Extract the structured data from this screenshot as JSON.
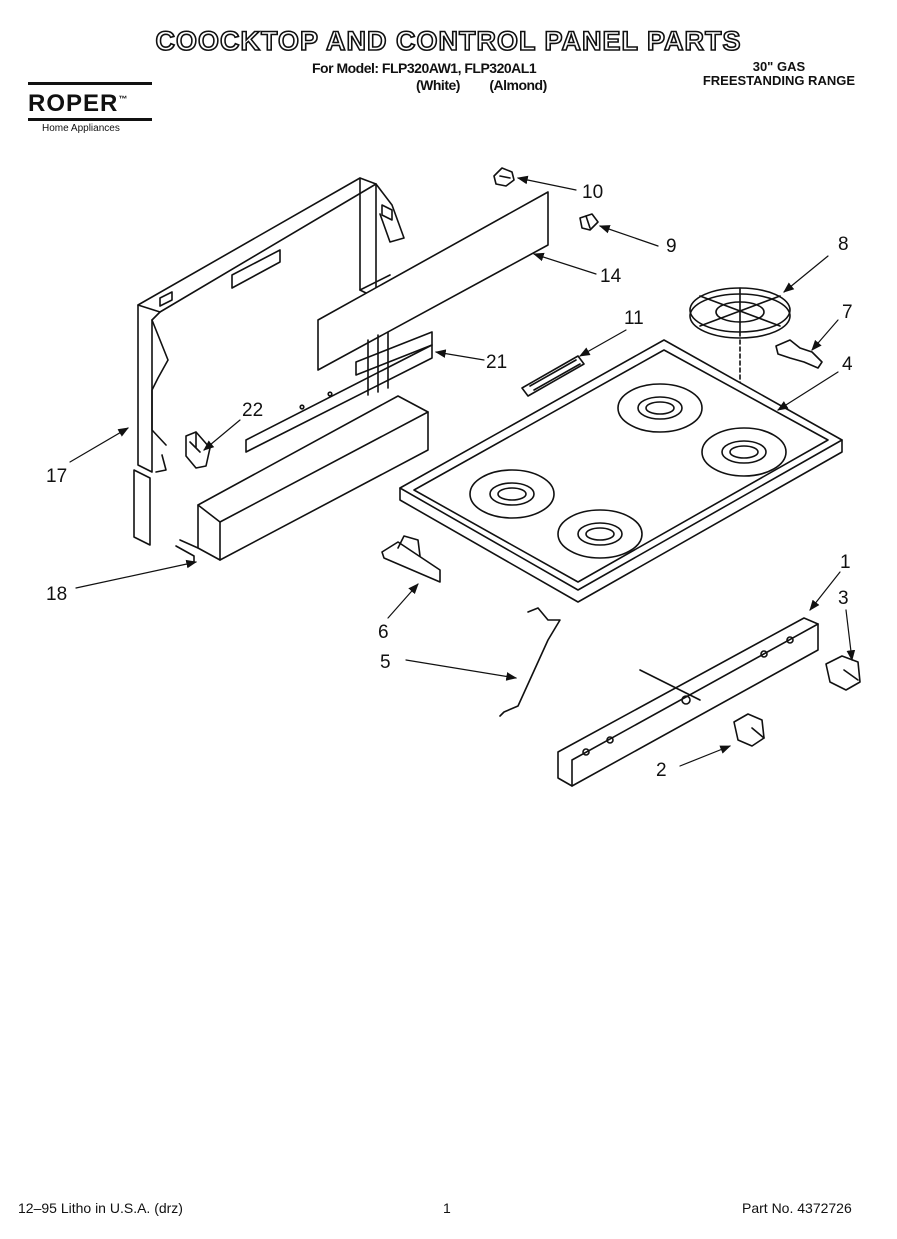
{
  "header": {
    "title": "COOCKTOP AND CONTROL PANEL PARTS",
    "model_line": "For Model: FLP320AW1, FLP320AL1",
    "variant_white": "(White)",
    "variant_almond": "(Almond)",
    "range_type_1": "30\" GAS",
    "range_type_2": "FREESTANDING RANGE"
  },
  "logo": {
    "brand": "ROPER",
    "tagline": "Home Appliances",
    "trademark": "™"
  },
  "callouts": [
    {
      "id": "c10",
      "label": "10"
    },
    {
      "id": "c9",
      "label": "9"
    },
    {
      "id": "c14",
      "label": "14"
    },
    {
      "id": "c8",
      "label": "8"
    },
    {
      "id": "c7",
      "label": "7"
    },
    {
      "id": "c4",
      "label": "4"
    },
    {
      "id": "c11",
      "label": "11"
    },
    {
      "id": "c21",
      "label": "21"
    },
    {
      "id": "c22",
      "label": "22"
    },
    {
      "id": "c17",
      "label": "17"
    },
    {
      "id": "c18",
      "label": "18"
    },
    {
      "id": "c6",
      "label": "6"
    },
    {
      "id": "c5",
      "label": "5"
    },
    {
      "id": "c1",
      "label": "1"
    },
    {
      "id": "c3",
      "label": "3"
    },
    {
      "id": "c2",
      "label": "2"
    }
  ],
  "footer": {
    "litho": "12–95 Litho in U.S.A. (drz)",
    "page": "1",
    "part_no": "Part No. 4372726"
  }
}
